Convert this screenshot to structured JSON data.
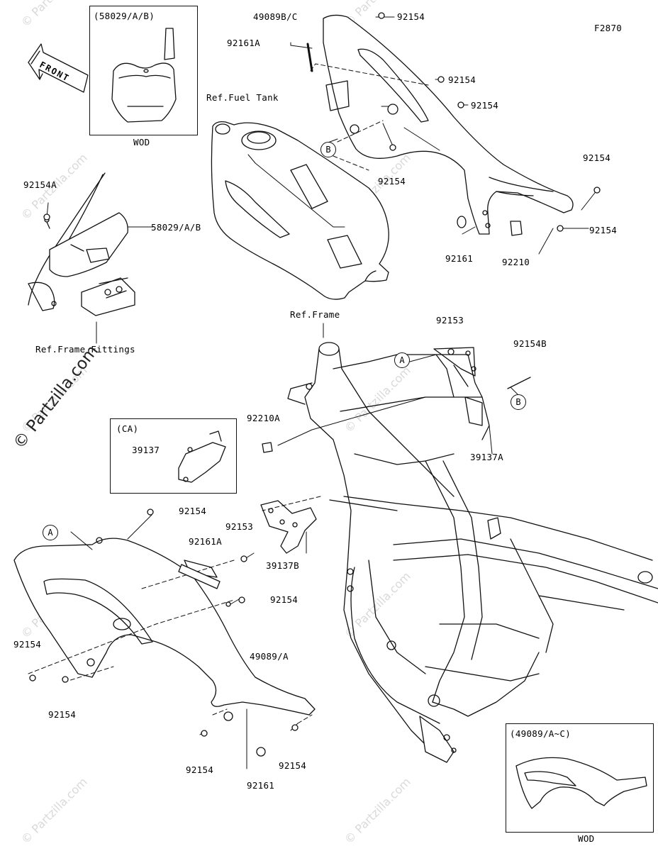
{
  "figure_code": "F2870",
  "brand_watermark": "© Partzilla.com",
  "watermark_text": "© Partzilla.com",
  "front_label": "FRONT",
  "boxes": {
    "plate": {
      "title": "(58029/A/B)",
      "caption": "WOD"
    },
    "ca": {
      "title": "(CA)",
      "part": "39137"
    },
    "shroud": {
      "title": "(49089/A~C)",
      "caption": "WOD"
    }
  },
  "callouts": {
    "c01": "49089B/C",
    "c02": "92154",
    "c03": "92161A",
    "c04": "92154",
    "c05": "92154",
    "c06": "Ref.Fuel Tank",
    "c07": "92154",
    "c08": "92154",
    "c09": "92154",
    "c10": "92161",
    "c11": "92210",
    "c12": "92154A",
    "c13": "58029/A/B",
    "c14": "Ref.Frame Fittings",
    "c15": "Ref.Frame",
    "c16": "92153",
    "c17": "92154B",
    "c18": "92210A",
    "c19": "39137A",
    "c20": "92154",
    "c21": "92153",
    "c22": "92161A",
    "c23": "39137B",
    "c24": "92154",
    "c25": "49089/A",
    "c26": "92154",
    "c27": "92154",
    "c28": "92154",
    "c29": "92161",
    "c30": "92154"
  },
  "reference_marks": {
    "a1": "A",
    "a2": "A",
    "b1": "B",
    "b2": "B"
  }
}
